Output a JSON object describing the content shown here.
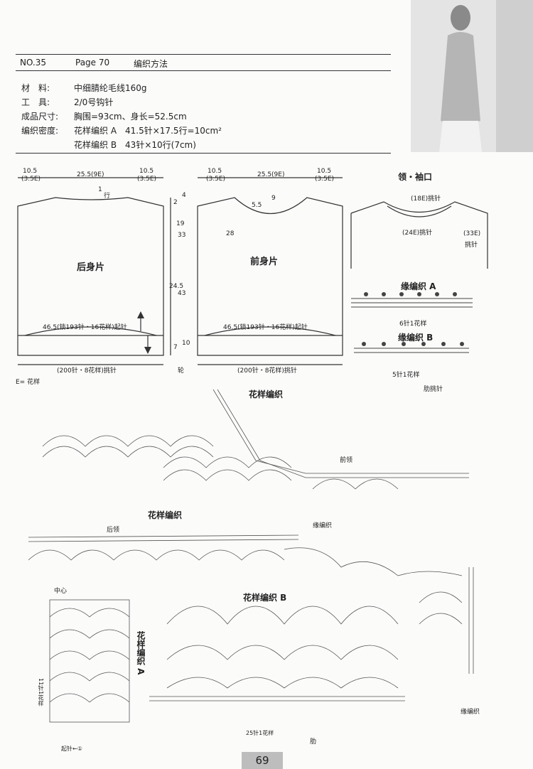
{
  "header": {
    "no": "NO.35",
    "page_ref": "Page 70",
    "title": "编织方法",
    "materials_label": "材　料:",
    "materials_value": "中细腈纶毛线160g",
    "tools_label": "工　具:",
    "tools_value": "2/0号钩针",
    "size_label": "成品尺寸:",
    "size_value": "胸围=93cm、身长=52.5cm",
    "gauge_label": "编织密度:",
    "gauge_a": "花样编织 A　41.5针×17.5行=10cm²",
    "gauge_b": "花样编织 B　43针×10行(7cm)"
  },
  "diagrams": {
    "back_label": "后身片",
    "front_label": "前身片",
    "back_top_dims": [
      "10.5",
      "(3.5E)",
      "25.5(9E)",
      "10.5",
      "(3.5E)"
    ],
    "front_top_dims": [
      "10.5",
      "(3.5E)",
      "25.5(9E)",
      "10.5",
      "(3.5E)"
    ],
    "back_neck": "1",
    "back_neck_rows": "行",
    "front_neck_depth": "5.5",
    "front_neck_rows": "9",
    "front_mid_rows": "28",
    "side_dims": [
      "2",
      "4",
      "19",
      "33",
      "24.5",
      "43",
      "7",
      "10"
    ],
    "back_start": "46.5(锁193针・16花样)起针",
    "front_start": "46.5(锁193针・16花样)起针",
    "back_pickup": "(200针・8花样)挑针",
    "front_pickup": "(200针・8花样)挑针",
    "rib_note": "轮",
    "e_note": "E= 花样",
    "neck_sleeve_title": "领・袖口",
    "neck_pickup": "(18E)挑针",
    "neck_pickup2": "(24E)挑针",
    "sleeve_pickup": "(33E)",
    "sleeve_pickup2": "挑针",
    "edge_a_title": "缘编织 A",
    "edge_a_note": "6针1花样",
    "edge_b_title": "缘编织 B",
    "edge_b_note": "5针1花样",
    "edge_b_note2": "肋挑针"
  },
  "charts": {
    "pattern_title_1": "花样编织",
    "front_neck_label": "前领",
    "pattern_title_2": "花样编织",
    "back_neck_label": "后领",
    "edge_label": "缘编织",
    "center_label": "中心",
    "pattern_b_title": "花样编织 B",
    "pattern_a_label": "花样编织 A",
    "repeat_a": "11针1花样",
    "repeat_b": "25针1花样",
    "rib_label": "肋",
    "edge_bottom": "缘编织",
    "start_note": "起针←①"
  },
  "footer": {
    "page_number": "69"
  }
}
